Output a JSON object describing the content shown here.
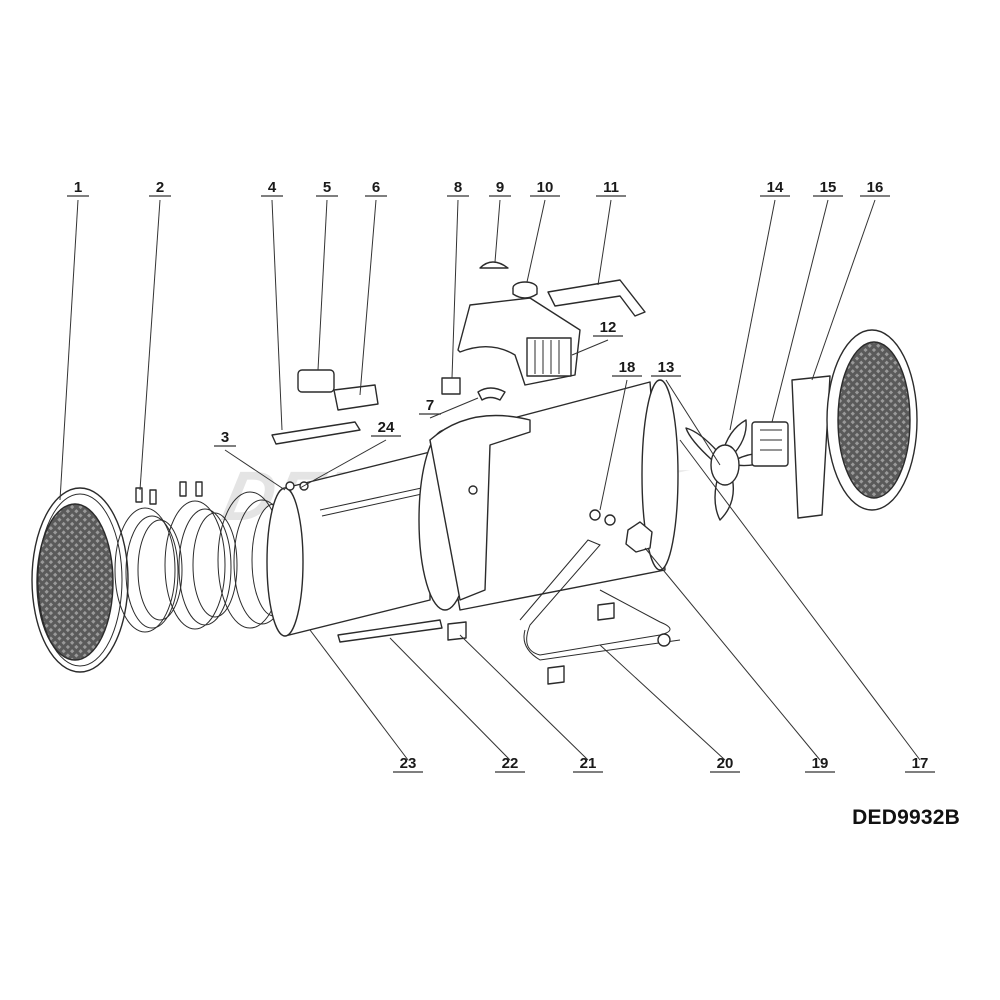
{
  "diagram": {
    "watermark_text": "DEDRA",
    "model_code": "DED9932B",
    "callouts": [
      "1",
      "2",
      "3",
      "4",
      "5",
      "6",
      "7",
      "8",
      "9",
      "10",
      "11",
      "12",
      "13",
      "14",
      "15",
      "16",
      "17",
      "18",
      "19",
      "20",
      "21",
      "22",
      "23",
      "24"
    ],
    "colors": {
      "line": "#2b2b2b",
      "text": "#1a1a1a",
      "watermark": "#cfcfcf",
      "background": "#ffffff"
    }
  }
}
